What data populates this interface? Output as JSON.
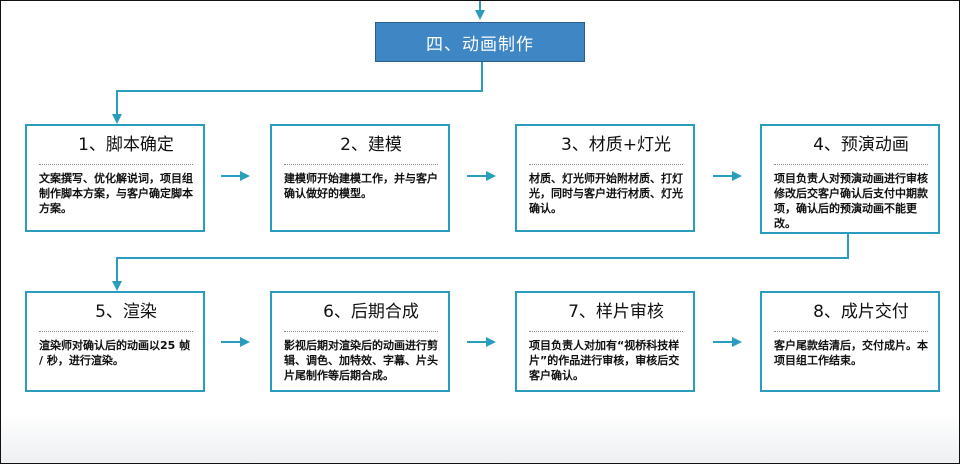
{
  "header": {
    "title": "四、动画制作",
    "fill_color": "#3f86c4",
    "text_color": "#ffffff"
  },
  "connector_color": "#2a9dbf",
  "steps": [
    {
      "title": "1、脚本确定",
      "body": "文案撰写、优化解说词，项目组制作脚本方案，与客户确定脚本方案。"
    },
    {
      "title": "2、建模",
      "body": "建模师开始建模工作，并与客户确认做好的模型。"
    },
    {
      "title": "3、材质+灯光",
      "body": "材质、灯光师开始附材质、打灯光，同时与客户进行材质、灯光确认。"
    },
    {
      "title": "4、预演动画",
      "body": "项目负责人对预演动画进行审核修改后交客户确认后支付中期款项，确认后的预演动画不能更改。"
    },
    {
      "title": "5、渲染",
      "body": "渲染师对确认后的动画以25 帧 / 秒，进行渲染。"
    },
    {
      "title": "6、后期合成",
      "body": "影视后期对渲染后的动画进行剪辑、调色、加特效、字幕、片头片尾制作等后期合成。"
    },
    {
      "title": "7、样片审核",
      "body": "项目负责人对加有“视桥科技样片”的作品进行审核，审核后交客户确认。"
    },
    {
      "title": "8、成片交付",
      "body": "客户尾款结清后，交付成片。本项目组工作结束。"
    }
  ]
}
